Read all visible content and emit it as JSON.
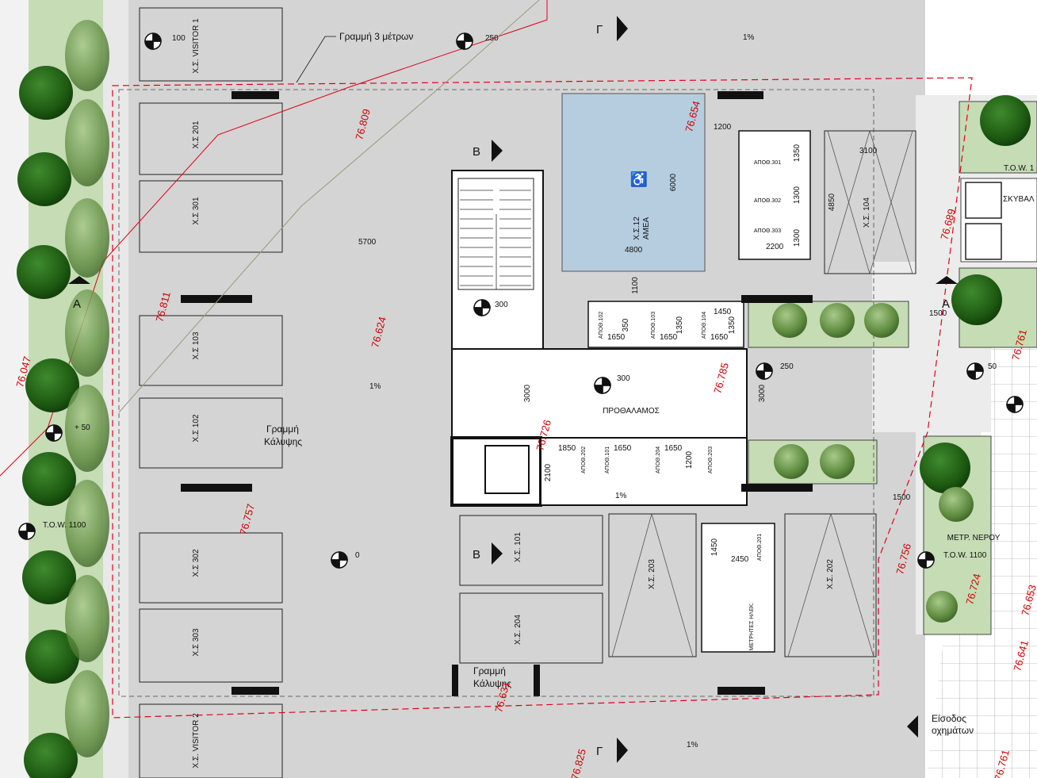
{
  "page": {
    "parking": {
      "visitor1": "Χ.Σ. VISITOR 1",
      "visitor2": "Χ.Σ. VISITOR 2",
      "p201": "Χ.Σ 201",
      "p301": "Χ.Σ 301",
      "p103": "Χ.Σ 103",
      "p102": "Χ.Σ 102",
      "p302": "Χ.Σ 302",
      "p303": "Χ.Σ 303",
      "p101": "Χ.Σ. 101",
      "p204": "Χ.Σ. 204",
      "p203": "Χ.Σ. 203",
      "p202": "Χ.Σ. 202",
      "p104": "Χ.Σ. 104",
      "p12_line1": "Χ.Σ.12",
      "p12_line2": "ΑΜΕΑ"
    },
    "rooms": {
      "lobby": "ΠΡΟΘΑΛΑΜΟΣ",
      "storage": [
        "ΑΠΟΘ.301",
        "ΑΠΟΘ.302",
        "ΑΠΟΘ.303",
        "ΑΠΟΘ.102",
        "ΑΠΟΘ.103",
        "ΑΠΟΘ.104",
        "ΑΠΟΘ.202",
        "ΑΠΟΘ.101",
        "ΑΠΟΘ.204",
        "ΑΠΟΘ.203",
        "ΑΠΟΘ.201"
      ],
      "meters": "ΜΕΤΡΗΤΕΣ ΗΛΕΚ.",
      "water_meter": "ΜΕΤΡ. ΝΕΡΟΥ",
      "bins": "ΣΚΥΒΑΛ"
    },
    "labels": {
      "line3m": "Γραμμή 3 μέτρων",
      "coverage_line_1": "Γραμμή",
      "coverage_line_2": "Κάλυψης",
      "entrance_1": "Είσοδος",
      "entrance_2": "οχημάτων",
      "tow_left": "T.O.W. 1100",
      "tow_right": "T.O.W. 1100",
      "tow_top": "T.O.W. 1"
    },
    "sections": {
      "A": "A",
      "B": "B",
      "G": "Γ"
    },
    "levels": {
      "l100": "100",
      "l250a": "250",
      "l300a": "300",
      "l300b": "300",
      "l250b": "250",
      "l50a": "50",
      "l50b": "+ 50",
      "l0": "0"
    },
    "slopes": [
      "1%",
      "1%",
      "1%",
      "1%"
    ],
    "dims": {
      "d5700": "5700",
      "d6000": "6000",
      "d4800": "4800",
      "d1200": "1200",
      "d1100": "1100",
      "d1350a": "1350",
      "d1300a": "1300",
      "d1300b": "1300",
      "d2200": "2200",
      "d3100": "3100",
      "d4850": "4850",
      "d1450a": "1450",
      "d1650a": "1650",
      "d1650b": "1650",
      "d1650c": "1650",
      "d350a": "350",
      "d1350b": "1350",
      "d1350c": "1350",
      "d3000a": "3000",
      "d3000b": "3000",
      "d1500a": "1500",
      "d1500b": "1500",
      "d1850": "1850",
      "d1650d": "1650",
      "d1650e": "1650",
      "d1200b": "1200",
      "d2100": "2100",
      "d1450b": "1450",
      "d2450": "2450"
    },
    "elevations": {
      "e1": "76.809",
      "e2": "76.654",
      "e3": "76.624",
      "e4": "76.811",
      "e5": "76.785",
      "e6": "76.726",
      "e7": "76.757",
      "e8": "76.689",
      "e9": "76.761",
      "e10": "76.756",
      "e11": "76.724",
      "e12": "76.631",
      "e13": "76.825",
      "e14": "76.641",
      "e15": "76.653",
      "e16": "76.047",
      "e17": "76.761"
    }
  }
}
